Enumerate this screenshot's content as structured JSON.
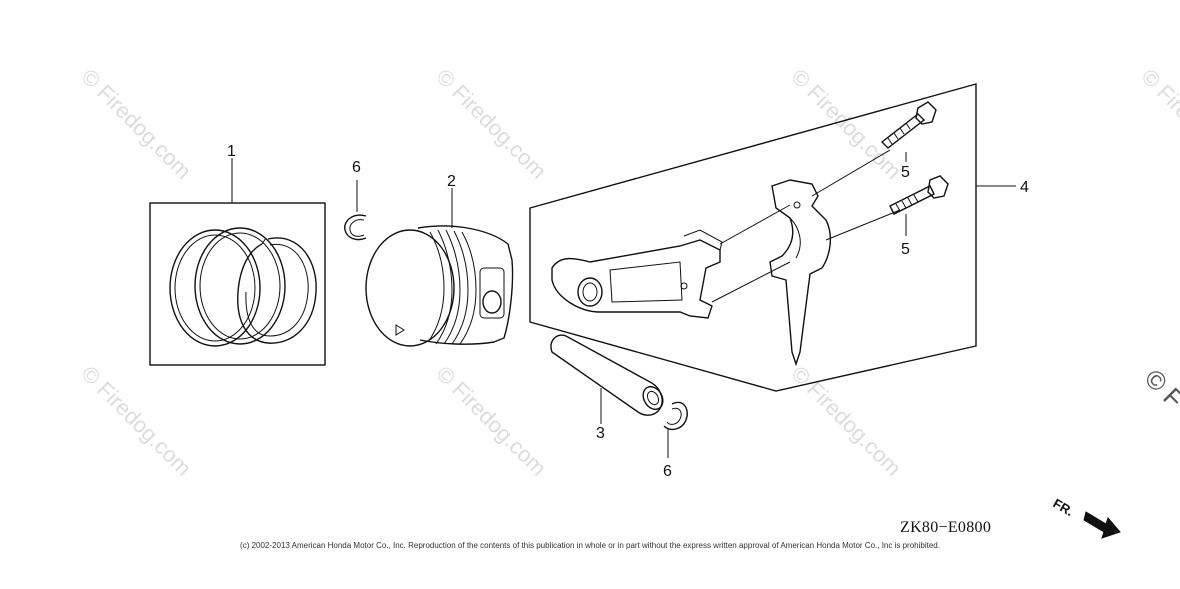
{
  "watermark": {
    "text": "© Firedog.com",
    "partial_text": "© F"
  },
  "callouts": {
    "ring_set": "1",
    "piston": "2",
    "piston_pin": "3",
    "connecting_rod": "4",
    "bolt_upper": "5",
    "bolt_lower": "5",
    "clip_left": "6",
    "clip_right": "6"
  },
  "diagram_code": "ZK80−E0800",
  "copyright": "(c) 2002-2013 American Honda Motor Co., Inc. Reproduction of the contents of this publication in whole or in part without the express written approval of American Honda Motor Co., Inc is prohibited.",
  "front_indicator": "FR."
}
